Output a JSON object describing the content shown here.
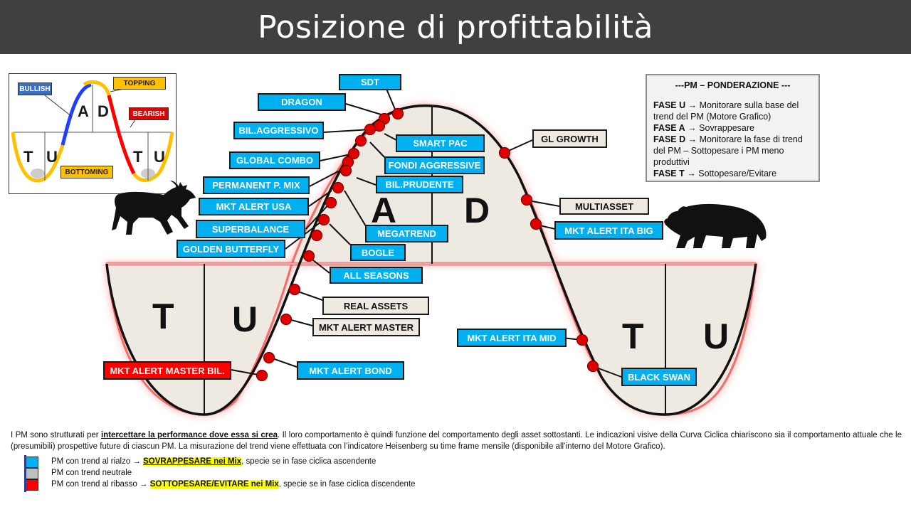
{
  "title": "Posizione di profittabilità",
  "colors": {
    "blue": "#00b0f0",
    "grey": "#eeeae2",
    "red": "#ff0000",
    "header": "#404040",
    "dot": "#e00000"
  },
  "phases": {
    "T1": "T",
    "U1": "U",
    "A": "A",
    "D": "D",
    "T2": "T",
    "U2": "U"
  },
  "inset": {
    "bullish": "BULLISH",
    "topping": "TOPPING",
    "bearish": "BEARISH",
    "bottoming": "BOTTOMING",
    "A": "A",
    "D": "D",
    "T1": "T",
    "U1": "U",
    "T2": "T",
    "U2": "U"
  },
  "labels": {
    "sdt": "SDT",
    "dragon": "DRAGON",
    "bil_aggressivo": "BIL.AGGRESSIVO",
    "global_combo": "GLOBAL COMBO",
    "permanent": "PERMANENT P. MIX",
    "mkt_alert_usa": "MKT ALERT  USA",
    "superbalance": "SUPERBALANCE",
    "golden": "GOLDEN BUTTERFLY",
    "smart_pac": "SMART PAC",
    "fondi_aggr": "FONDI AGGRESSIVE",
    "bil_prudente": "BIL.PRUDENTE",
    "megatrend": "MEGATREND",
    "bogle": "BOGLE",
    "all_seasons": "ALL SEASONS",
    "real_assets": "REAL ASSETS",
    "mkt_alert_master": "MKT ALERT  MASTER",
    "mkt_alert_bond": "MKT ALERT BOND",
    "mkt_alert_master_bil": "MKT ALERT  MASTER BIL.",
    "gl_growth": "GL GROWTH",
    "multiasset": "MULTIASSET",
    "mkt_alert_ita_big": "MKT ALERT ITA BIG",
    "mkt_alert_ita_mid": "MKT ALERT ITA MID",
    "black_swan": "BLACK SWAN"
  },
  "pm_box": {
    "title": "---PM  – PONDERAZIONE  ---",
    "u_label": "FASE U",
    "u_text": "Monitorare sulla base del trend del PM (Motore Grafico)",
    "a_label": "FASE A",
    "a_text": "Sovrappesare",
    "d_label": "FASE D",
    "d_text": "Monitorare la fase di trend del PM – Sottopesare i PM meno produttivi",
    "t_label": "FASE T",
    "t_text": "Sottopesare/Evitare"
  },
  "description": {
    "pre": "I PM sono strutturati per ",
    "highlight": "intercettare la performance dove essa si crea",
    "post": ". Il loro comportamento è quindi funzione del comportamento degli asset sottostanti. Le indicazioni visive della Curva Ciclica chiariscono sia il comportamento  attuale  che le (presumibili)  prospettive  future  di ciascun PM. La misurazione del trend viene effettuata  con l’indicatore Heisenberg  su time frame mensile (disponibile  all’interno del Motore Grafico)."
  },
  "legend": {
    "blue_pre": "PM con trend al rialzo",
    "blue_hl": "SOVRAPPESARE nei Mix",
    "blue_post": ", specie se in fase ciclica ascendente",
    "grey_text": "PM con trend neutrale",
    "red_pre": "PM con trend al ribasso",
    "red_hl": "SOTTOPESARE/EVITARE  nei Mix",
    "red_post": ", specie se in fase ciclica discendente"
  }
}
